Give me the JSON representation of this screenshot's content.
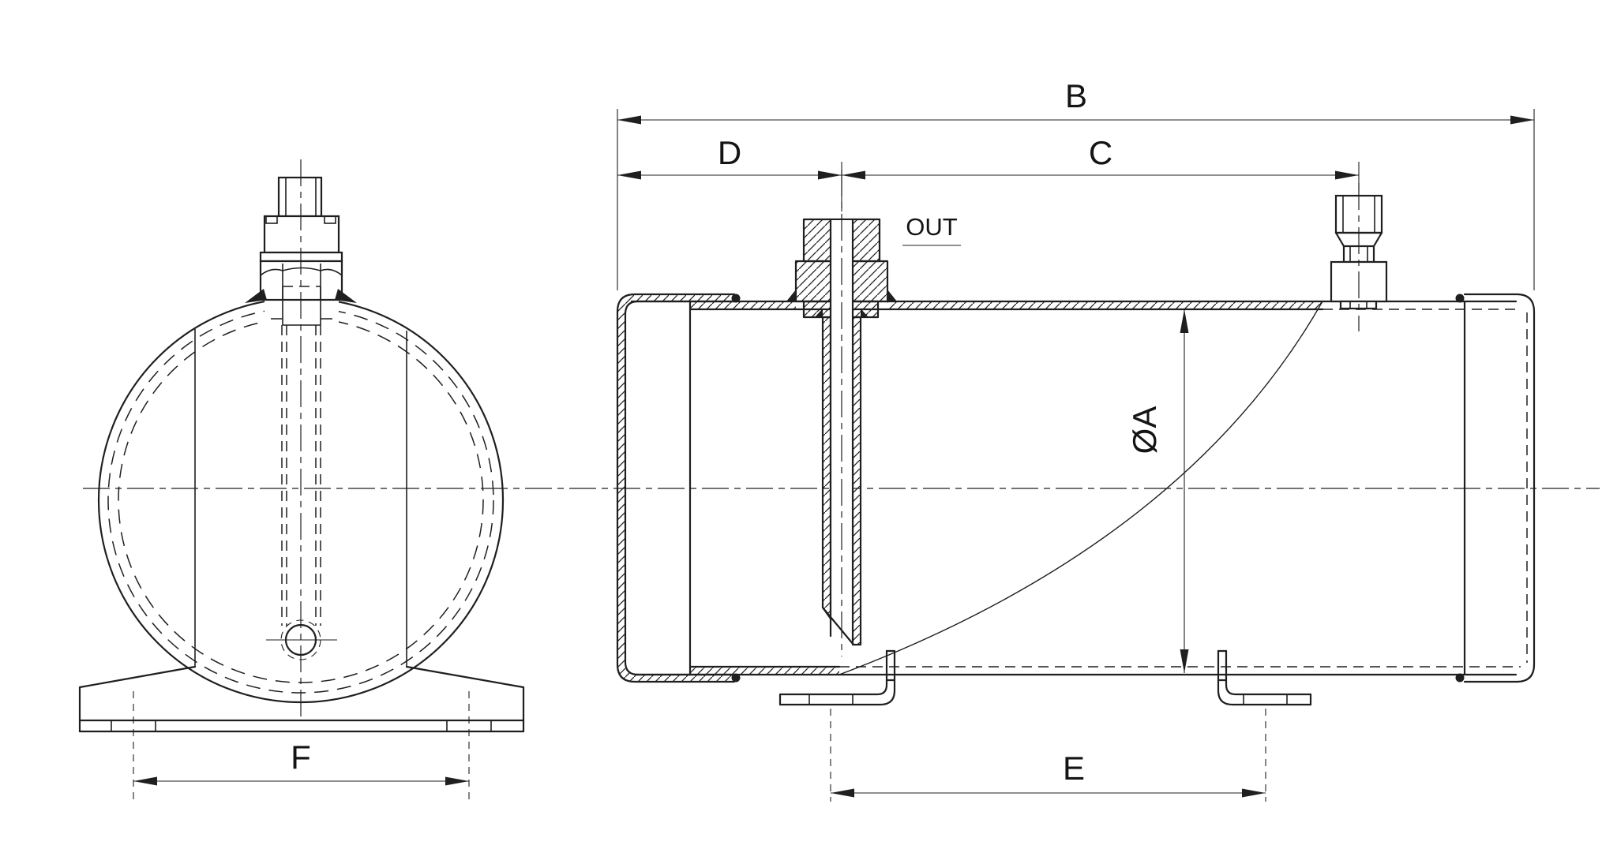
{
  "drawing": {
    "dim_overall_length": "B",
    "dim_port_to_fitting": "C",
    "dim_end_to_port": "D",
    "dim_bracket_spacing": "E",
    "dim_foot_spacing": "F",
    "dim_diameter": "ØA",
    "port_label": "OUT"
  },
  "colors": {
    "line": "#1f1f1f",
    "background": "#ffffff"
  }
}
